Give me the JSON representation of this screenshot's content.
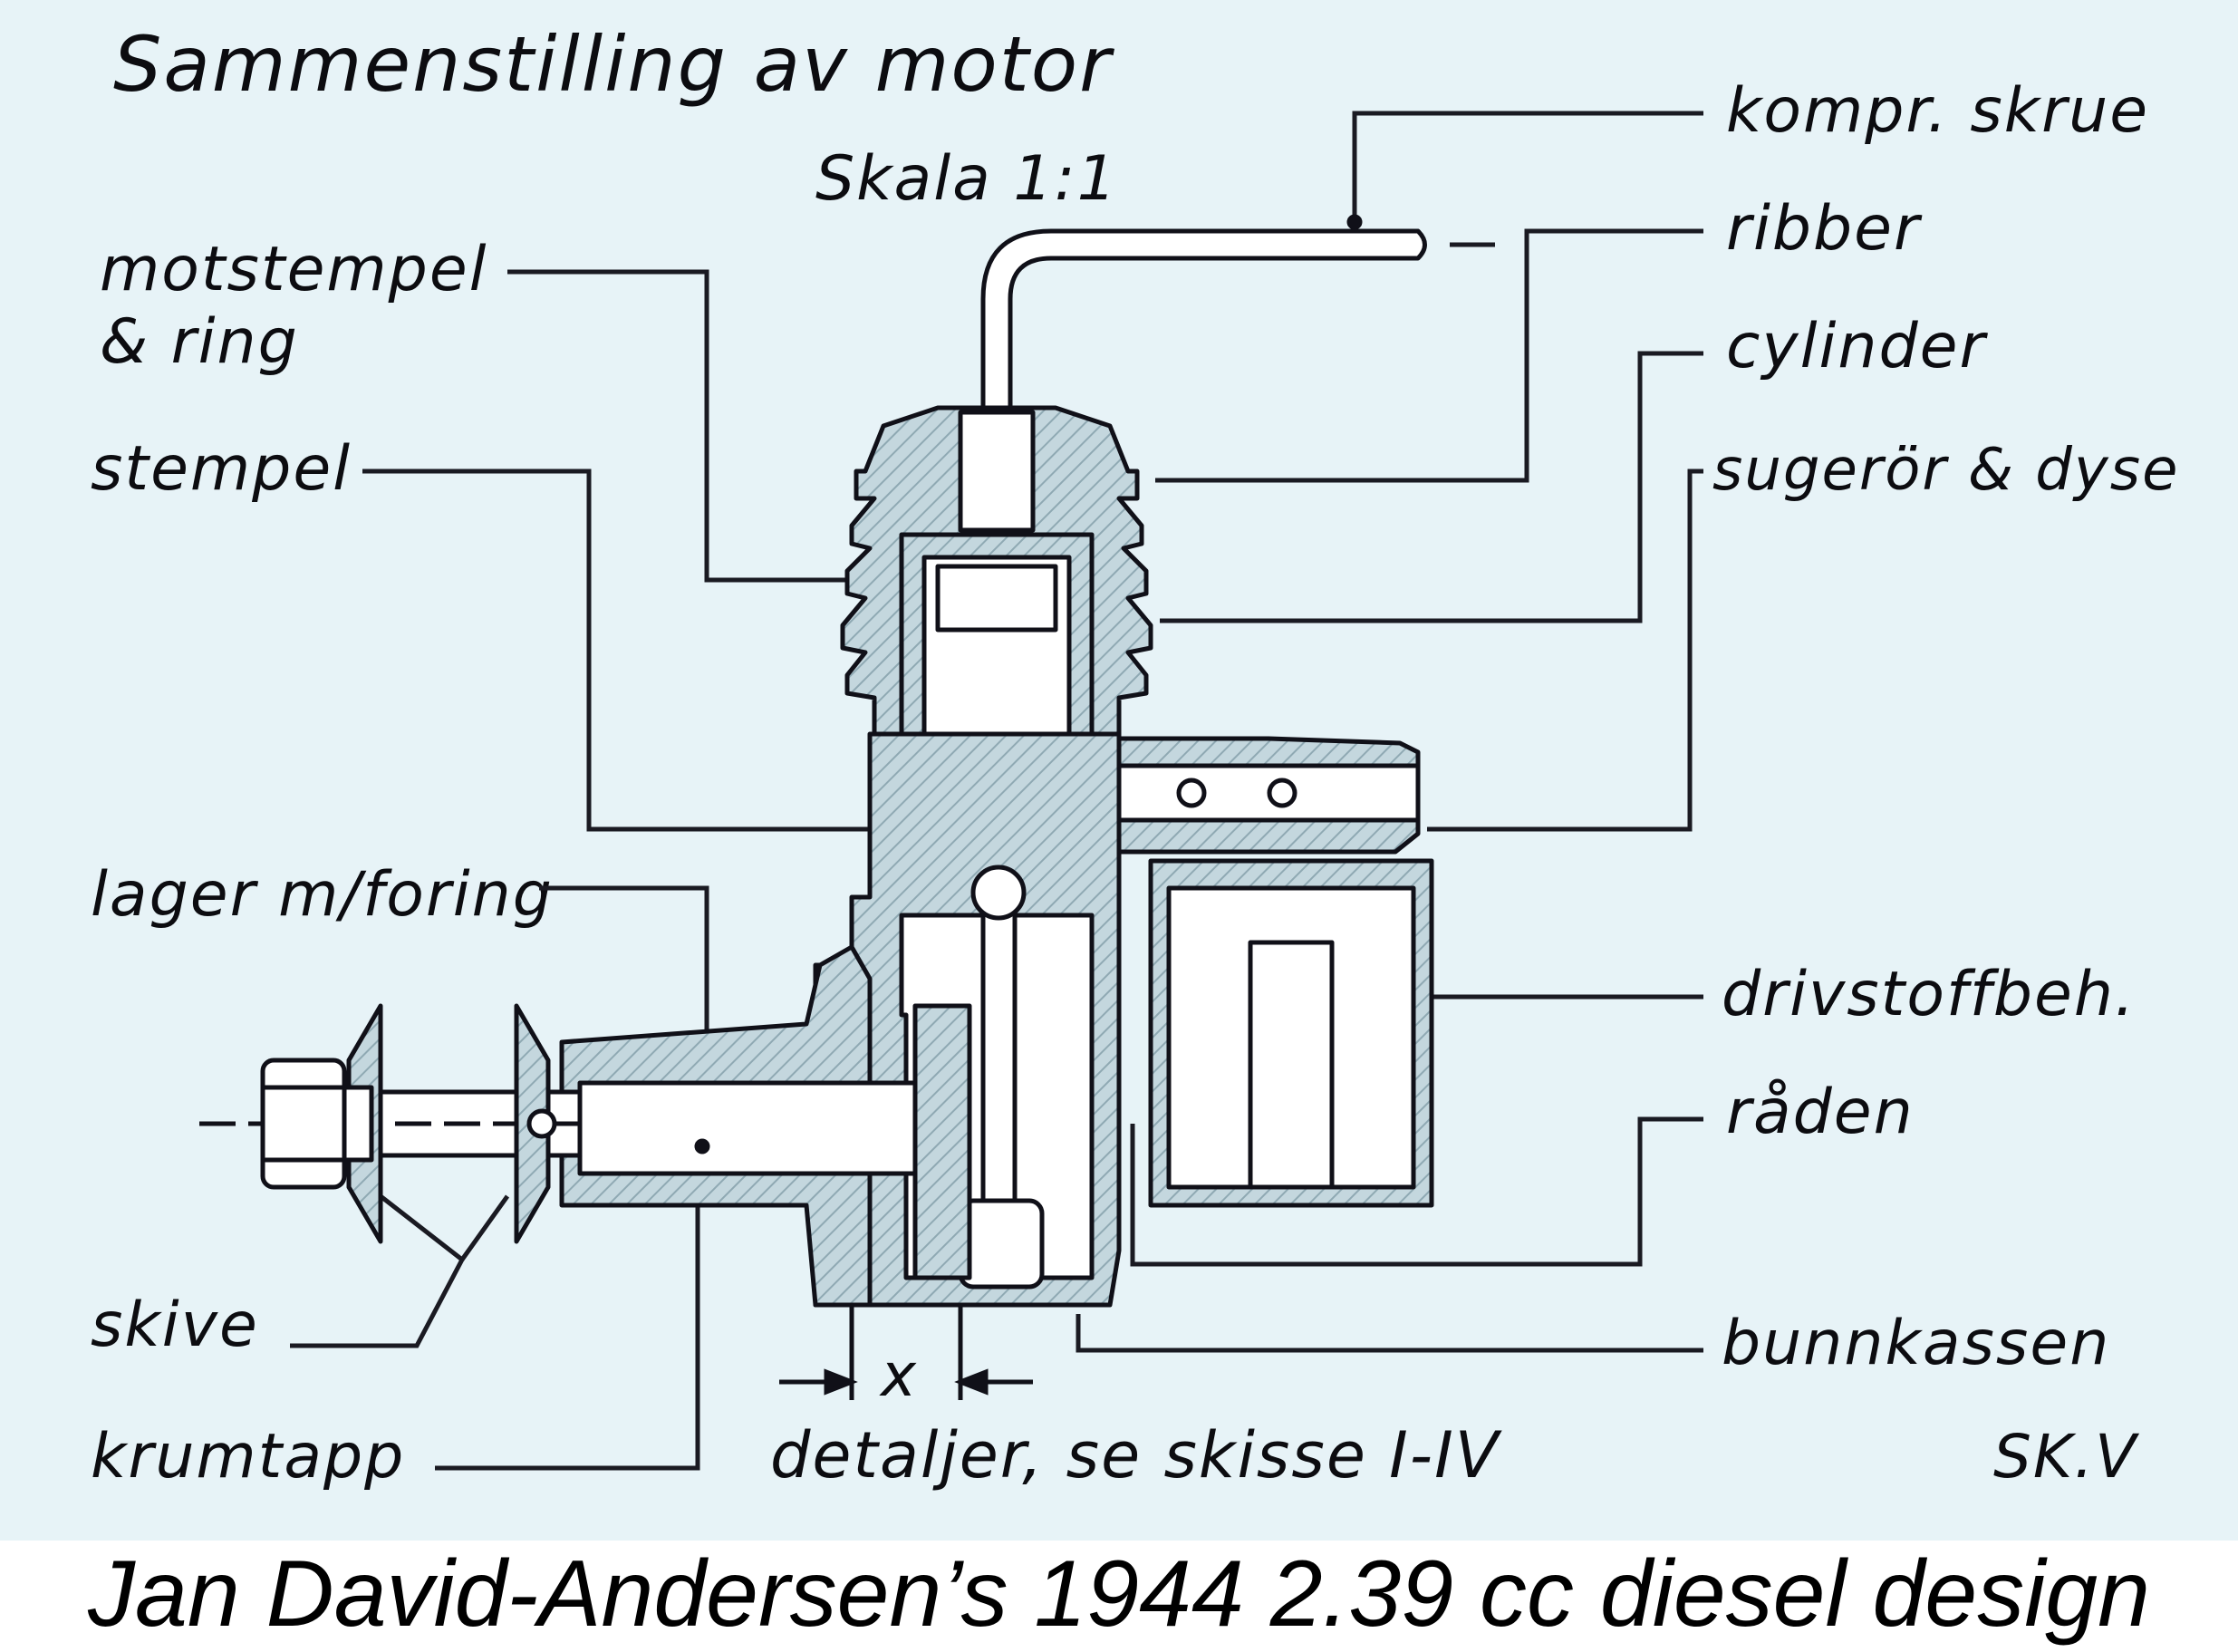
{
  "drawing": {
    "title": "Sammenstilling av motor",
    "scale": "Skala 1:1",
    "sheet": "SK.V",
    "note": "detaljer, se skisse I-IV",
    "dimension": "x",
    "labels_left": [
      "motstempel",
      "& ring",
      "stempel",
      "lager m/foring",
      "skive",
      "krumtapp"
    ],
    "labels_right": [
      "kompr. skrue",
      "ribber",
      "cylinder",
      "sugerör & dyse",
      "drivstoffbeh.",
      "råden",
      "bunnkassen"
    ]
  },
  "caption": "Jan David-Andersen’s 1944 2.39 cc diesel design",
  "colors": {
    "paper": "#e6f2f6",
    "ink": "#101018",
    "hatch": "#a9c0c8"
  }
}
